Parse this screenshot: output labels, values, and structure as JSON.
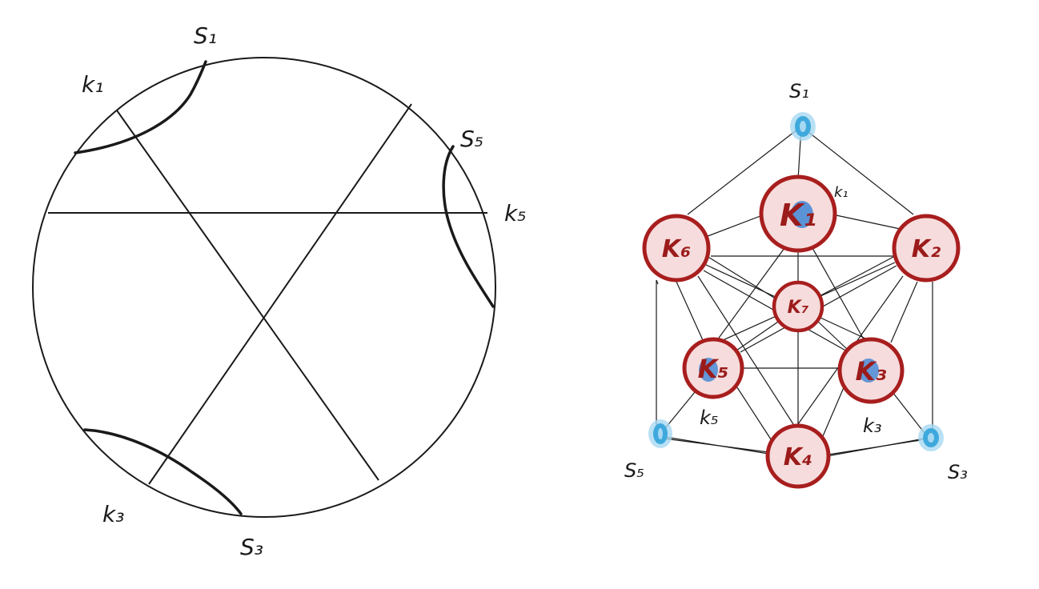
{
  "left_figure": {
    "labels": {
      "s1": "S₁",
      "k1": "k₁",
      "s5": "S₅",
      "k5": "k₅",
      "k3": "k₃",
      "s3": "S₃"
    }
  },
  "right_figure": {
    "nodes": {
      "K1": "K₁",
      "K2": "K₂",
      "K3": "K₃",
      "K4": "K₄",
      "K5": "K₅",
      "K6": "K₆",
      "K7": "K₇"
    },
    "labels": {
      "s1": "S₁",
      "k1": "k₁",
      "s5": "S₅",
      "k5": "k₅",
      "s3": "S₃",
      "k3": "k₃"
    },
    "colors": {
      "node_fill": "#f6dcdc",
      "node_stroke": "#a81e1e",
      "node_text": "#9b1b1b",
      "vertex_fill": "#3fa9dd",
      "vertex_glow": "#a7d8f2",
      "edge": "#1a1a1a"
    }
  }
}
